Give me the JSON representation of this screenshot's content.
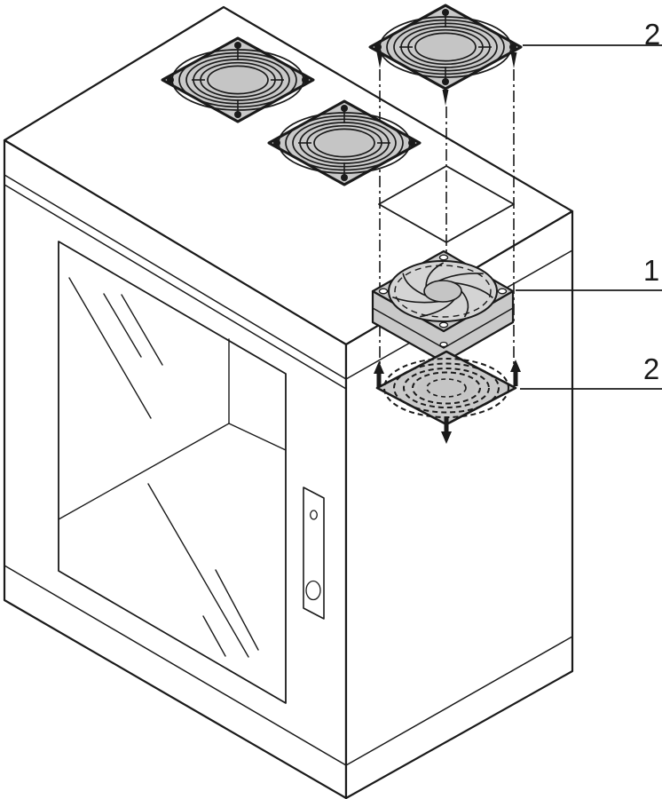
{
  "figure": {
    "type": "isometric exploded-view technical line drawing",
    "subject": "cabinet enclosure with glazed door, two roof fan guard grilles and an exploded roof fan assembly over a square cutout"
  },
  "callouts": [
    {
      "label": "2"
    },
    {
      "label": "1"
    },
    {
      "label": "2"
    }
  ],
  "colors": {
    "background": "#ffffff",
    "line": "#1a1a1a",
    "plate_gray": "#c9c9c9",
    "rotor_gray": "#d4d4d4",
    "hub_gray": "#c5c5c5"
  }
}
